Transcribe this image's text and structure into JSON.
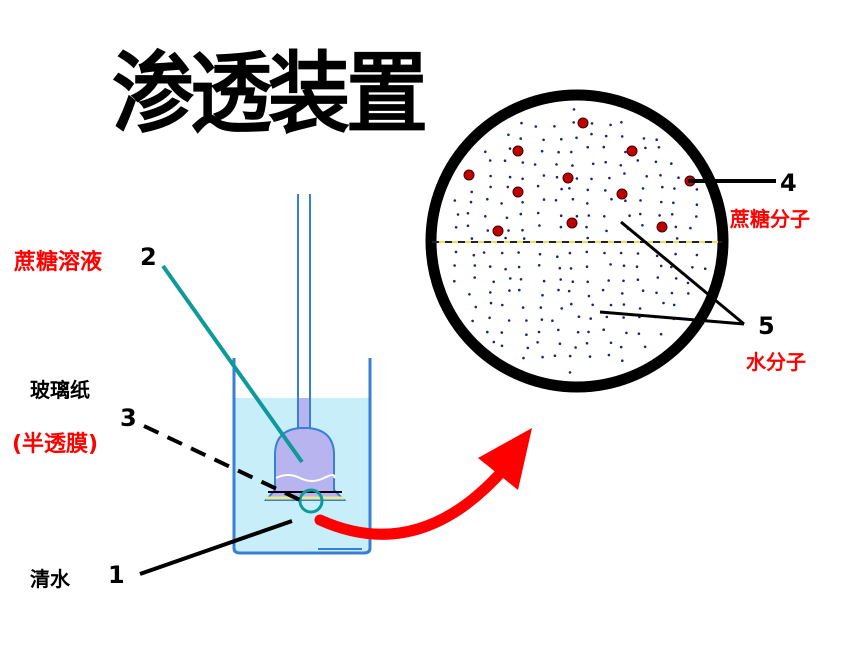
{
  "title": "渗透装置",
  "labels": {
    "sucrose_solution": "蔗糖溶液",
    "num2": "2",
    "cellophane": "玻璃纸",
    "num3": "3",
    "semipermeable": "(半透膜)",
    "clear_water": "清水",
    "num1": "1",
    "num4": "4",
    "sucrose_molecule": "蔗糖分子",
    "num5": "5",
    "water_molecule": "水分子"
  },
  "colors": {
    "beaker_water": "#c8eefa",
    "beaker_edge": "#3a7fd6",
    "funnel": "#b8b4f0",
    "pointer_teal": "#0e9a9a",
    "arrow_red": "#ff0000",
    "sucrose_dot": "#c00000",
    "water_dot": "#1a237e",
    "membrane_line": "#e8e890"
  }
}
